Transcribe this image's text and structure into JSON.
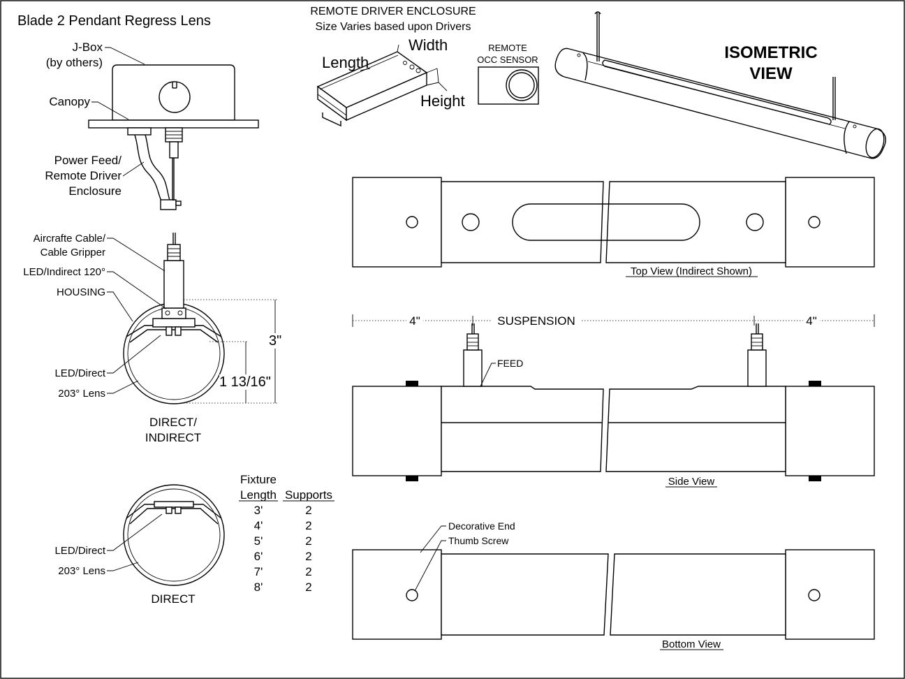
{
  "title": "Blade 2 Pendant Regress Lens",
  "canopy_view": {
    "jbox_label_1": "J-Box",
    "jbox_label_2": "(by others)",
    "canopy_label": "Canopy",
    "feed_label_1": "Power Feed/",
    "feed_label_2": "Remote Driver",
    "feed_label_3": "Enclosure"
  },
  "remote_driver": {
    "title_1": "REMOTE DRIVER ENCLOSURE",
    "title_2": "Size Varies based upon Drivers",
    "length_label": "Length",
    "width_label": "Width",
    "height_label": "Height"
  },
  "occ_sensor": {
    "label_1": "REMOTE",
    "label_2": "OCC SENSOR"
  },
  "isometric": {
    "label_1": "ISOMETRIC",
    "label_2": "VIEW"
  },
  "section_direct_indirect": {
    "cable_label_1": "Aircrafte Cable/",
    "cable_label_2": "Cable Gripper",
    "indirect_label": "LED/Indirect 120°",
    "housing_label": "HOUSING",
    "direct_label": "LED/Direct",
    "lens_label": "203° Lens",
    "dim_total": "3\"",
    "dim_lower": "1 13/16\"",
    "caption_1": "DIRECT/",
    "caption_2": "INDIRECT"
  },
  "section_direct": {
    "direct_label": "LED/Direct",
    "lens_label": "203° Lens",
    "caption": "DIRECT"
  },
  "support_table": {
    "header_top": "Fixture",
    "header_length": "Length",
    "header_supports": "Supports",
    "rows": [
      {
        "length": "3'",
        "supports": "2"
      },
      {
        "length": "4'",
        "supports": "2"
      },
      {
        "length": "5'",
        "supports": "2"
      },
      {
        "length": "6'",
        "supports": "2"
      },
      {
        "length": "7'",
        "supports": "2"
      },
      {
        "length": "8'",
        "supports": "2"
      }
    ]
  },
  "top_view": {
    "caption": "Top View (Indirect Shown)"
  },
  "side_view": {
    "dim_left": "4\"",
    "dim_center": "SUSPENSION",
    "dim_right": "4\"",
    "feed_label": "FEED",
    "caption": "Side View"
  },
  "bottom_view": {
    "decorative_label": "Decorative End",
    "thumb_label": "Thumb Screw",
    "caption": "Bottom View"
  }
}
